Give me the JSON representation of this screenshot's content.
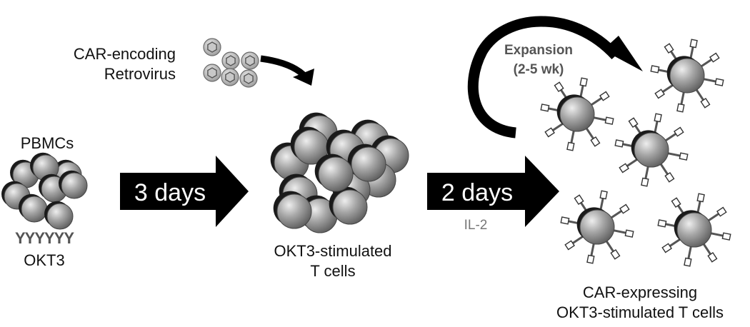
{
  "labels": {
    "car_virus": [
      "CAR-encoding",
      "Retrovirus"
    ],
    "pbmcs": "PBMCs",
    "okt3_antibodies": "YYYYYY",
    "okt3": "OKT3",
    "step1_duration": "3 days",
    "stimulated": [
      "OKT3-stimulated",
      "T cells"
    ],
    "step2_duration": "2 days",
    "il2": "IL-2",
    "expansion": [
      "Expansion",
      "(2-5 wk)"
    ],
    "car_expressing": [
      "CAR-expressing",
      "OKT3-stimulated T cells"
    ]
  },
  "colors": {
    "arrow": "#000000",
    "cell_fill": "#8a8a8a",
    "cell_shadow": "#1a1a1a",
    "virus_fill": "#b5b5b5",
    "muted_text": "#777777",
    "expansion_text": "#555555"
  }
}
